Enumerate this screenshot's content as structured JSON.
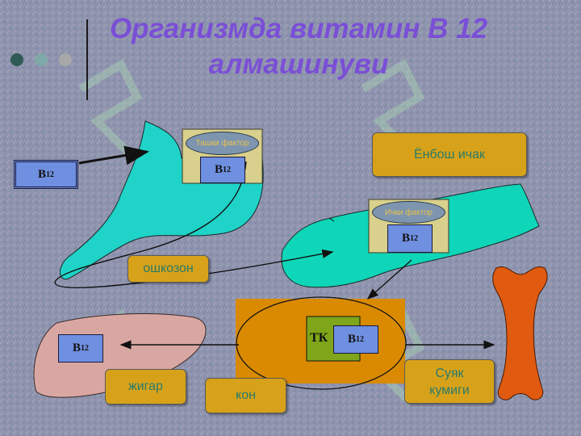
{
  "title": {
    "line1": "Организмда витамин В 12",
    "line2": "алмашинуви"
  },
  "vitamin": {
    "main": "B",
    "sub": "12"
  },
  "labels": {
    "stomach": "ошкозон",
    "small_intestine": "Ёнбош ичак",
    "liver": "жигар",
    "blood": "кон",
    "bone_marrow": "Суяк кумиги",
    "transcobalamin": "ТК"
  },
  "factors": {
    "external": "Ташки фактор",
    "internal": "Ички фактор"
  },
  "colors": {
    "title": "#7a4fd6",
    "stomach": "#1fd3c8",
    "intestine": "#0fd6b8",
    "liver": "#d9a7a2",
    "blood_square": "#d98a00",
    "bone": "#e05a10",
    "label_box": "#d7a21a",
    "b12_box": "#6f8fe0",
    "tk_box": "#7fa61a"
  }
}
